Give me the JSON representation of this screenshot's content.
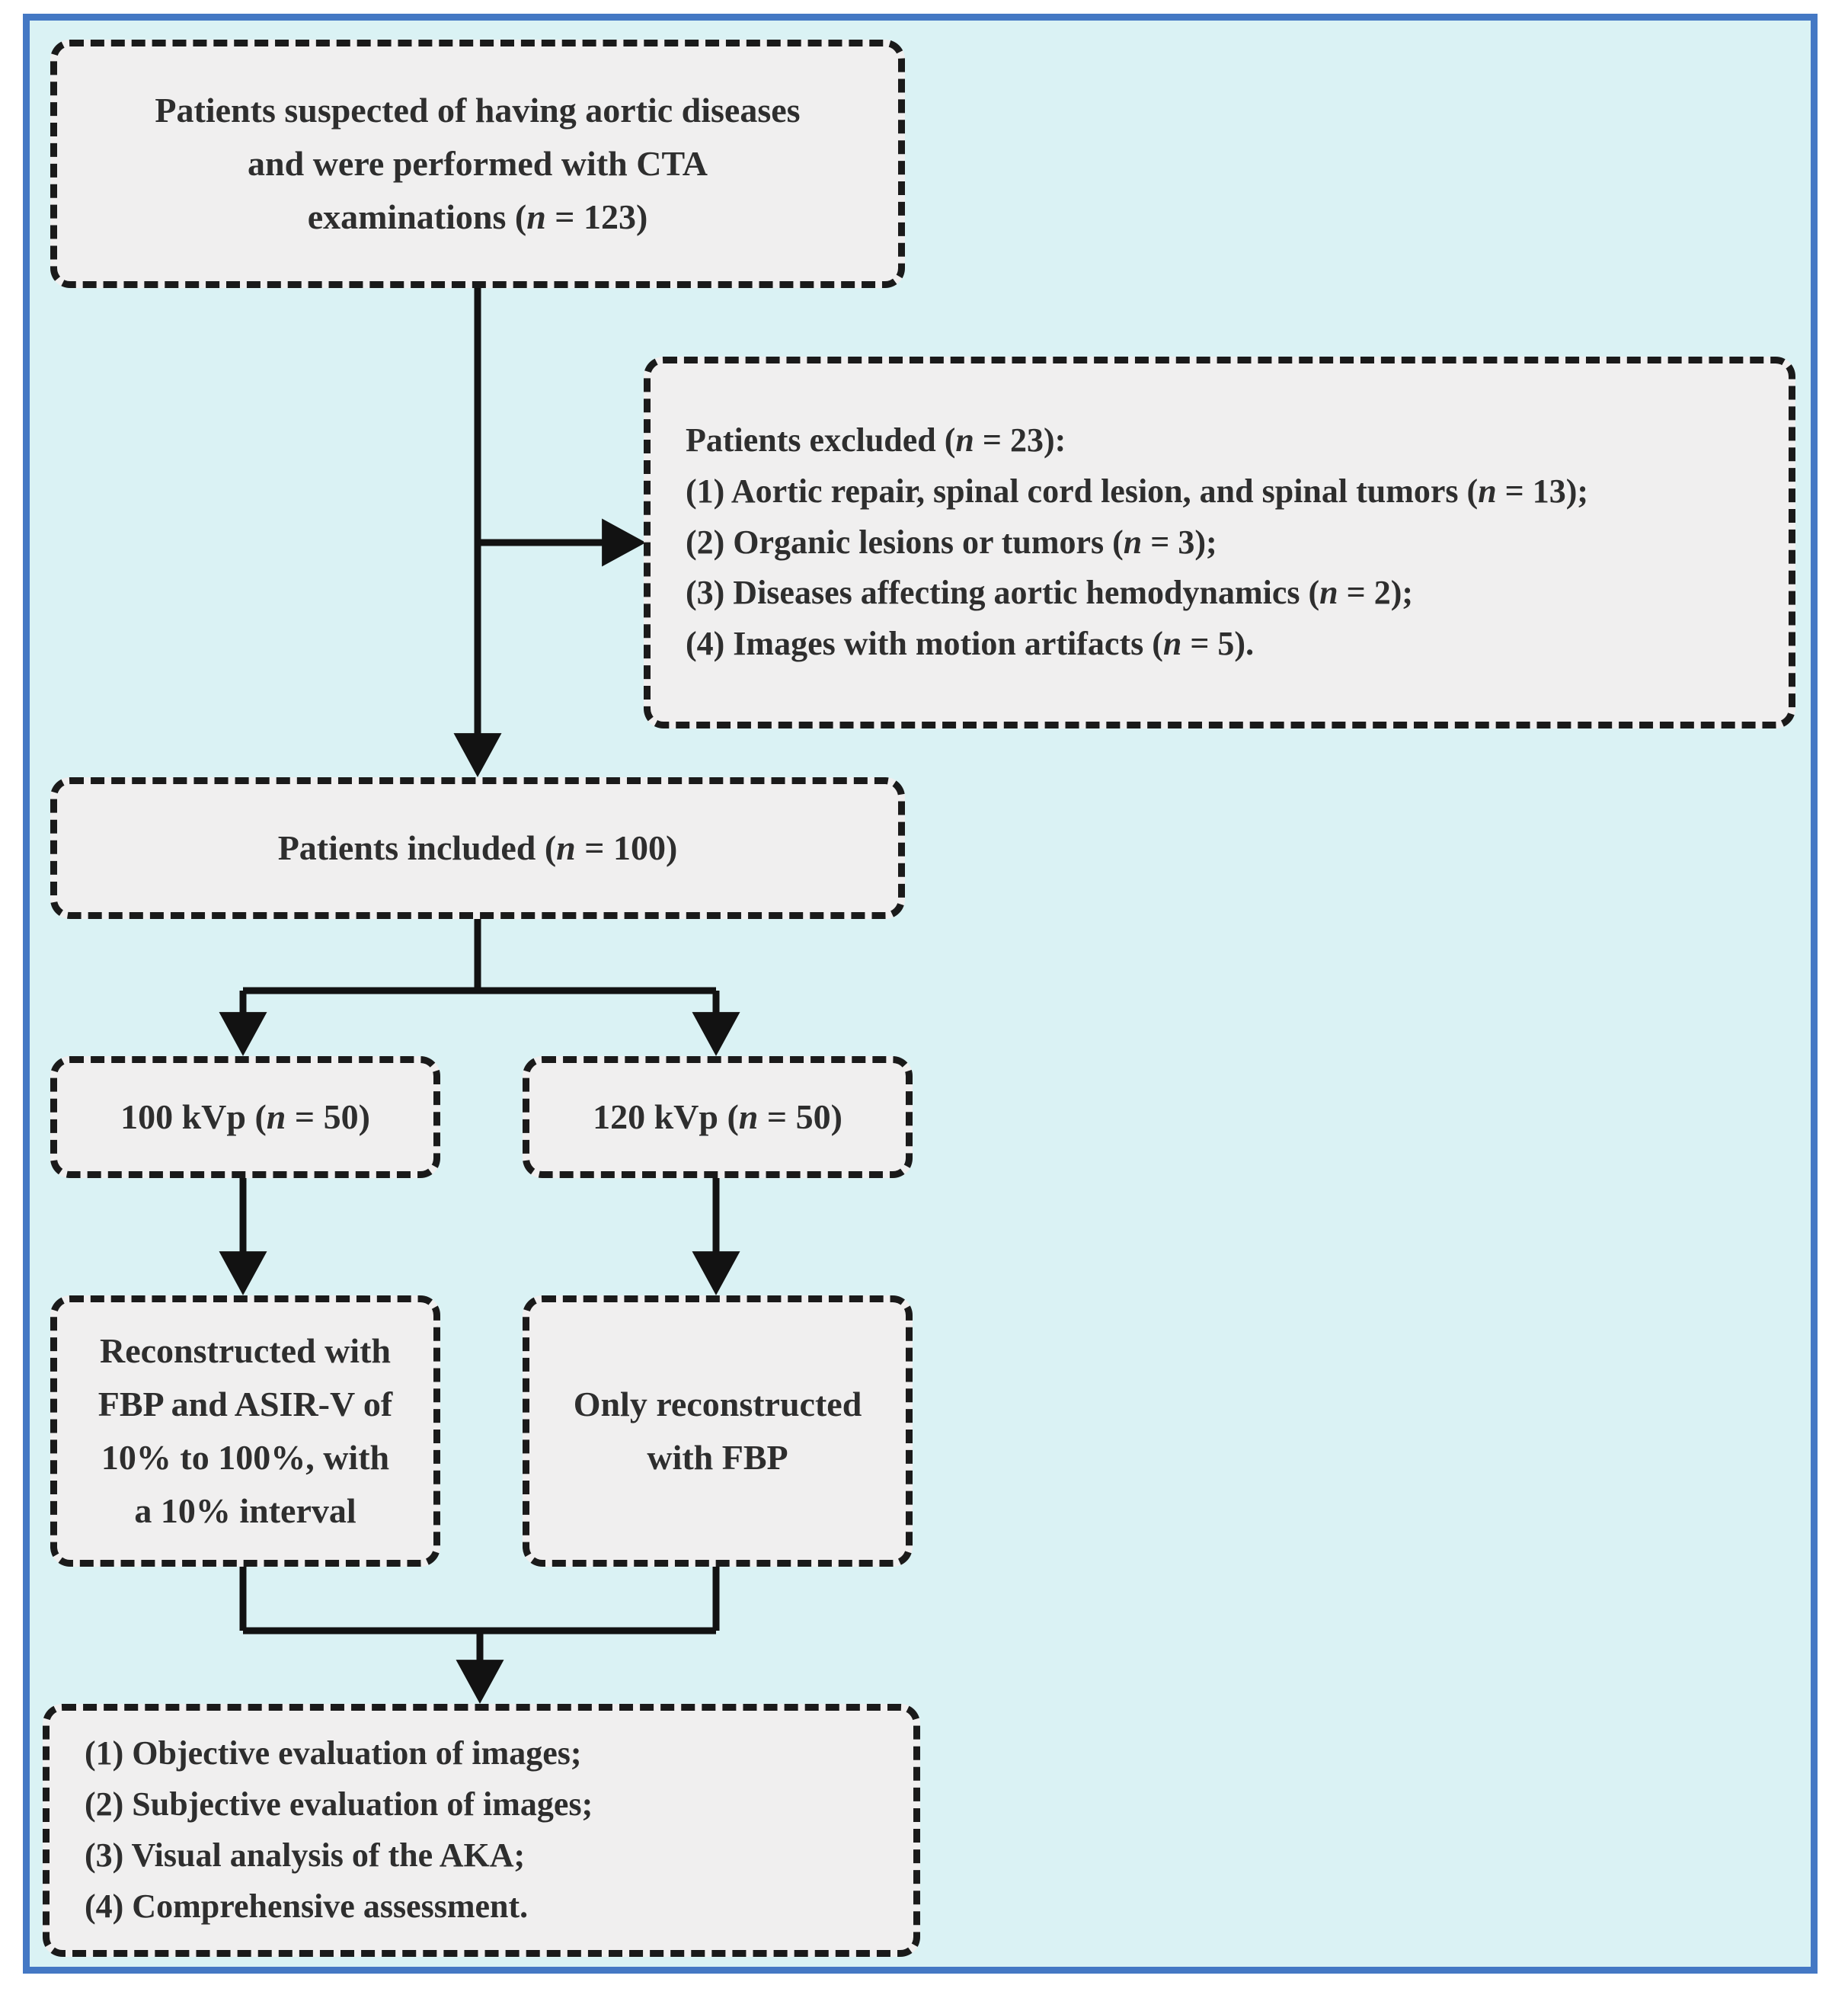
{
  "figure": {
    "type": "flowchart",
    "title": "Patient enrollment and study workflow flowchart",
    "frame_color": "#4478C4",
    "background_color": "#DAF2F4",
    "box_fill_color": "#F0EFEF",
    "box_border_color": "#1A1A1A",
    "text_color": "#2E2E2E"
  },
  "nodes": {
    "suspected": {
      "id": "suspected",
      "lines": [
        "Patients suspected of having aortic diseases",
        "and were performed with CTA",
        "examinations (n = 123)"
      ]
    },
    "excluded": {
      "id": "excluded",
      "lines": [
        "Patients excluded (n = 23):",
        "(1) Aortic repair, spinal cord lesion, and spinal tumors (n = 13);",
        "(2) Organic lesions or tumors (n = 3);",
        "(3) Diseases affecting aortic hemodynamics (n = 2);",
        "(4) Images with motion artifacts (n = 5)."
      ]
    },
    "included": {
      "id": "included",
      "lines": [
        "Patients included (n = 100)"
      ]
    },
    "kvp100": {
      "id": "kvp100",
      "lines": [
        "100 kVp (n = 50)"
      ]
    },
    "kvp120": {
      "id": "kvp120",
      "lines": [
        "120 kVp (n = 50)"
      ]
    },
    "recon_left": {
      "id": "recon_left",
      "lines": [
        "Reconstructed with",
        "FBP and ASIR-V of",
        "10% to 100%, with",
        "a 10% interval"
      ]
    },
    "recon_right": {
      "id": "recon_right",
      "lines": [
        "Only reconstructed",
        "with FBP"
      ]
    },
    "evaluation": {
      "id": "evaluation",
      "lines": [
        "(1) Objective evaluation of images;",
        "(2) Subjective evaluation of images;",
        "(3) Visual analysis of the AKA;",
        "(4) Comprehensive assessment."
      ]
    }
  },
  "edges": [
    {
      "from": "suspected",
      "to": "included",
      "style": "solid-arrow-down"
    },
    {
      "from": "suspected",
      "to": "excluded",
      "style": "solid-arrow-right"
    },
    {
      "from": "included",
      "to": "kvp100",
      "style": "solid-arrow-down-split"
    },
    {
      "from": "included",
      "to": "kvp120",
      "style": "solid-arrow-down-split"
    },
    {
      "from": "kvp100",
      "to": "recon_left",
      "style": "solid-arrow-down"
    },
    {
      "from": "kvp120",
      "to": "recon_right",
      "style": "solid-arrow-down"
    },
    {
      "from": "recon_left",
      "to": "evaluation",
      "style": "solid-arrow-down-merge"
    },
    {
      "from": "recon_right",
      "to": "evaluation",
      "style": "solid-arrow-down-merge"
    }
  ]
}
